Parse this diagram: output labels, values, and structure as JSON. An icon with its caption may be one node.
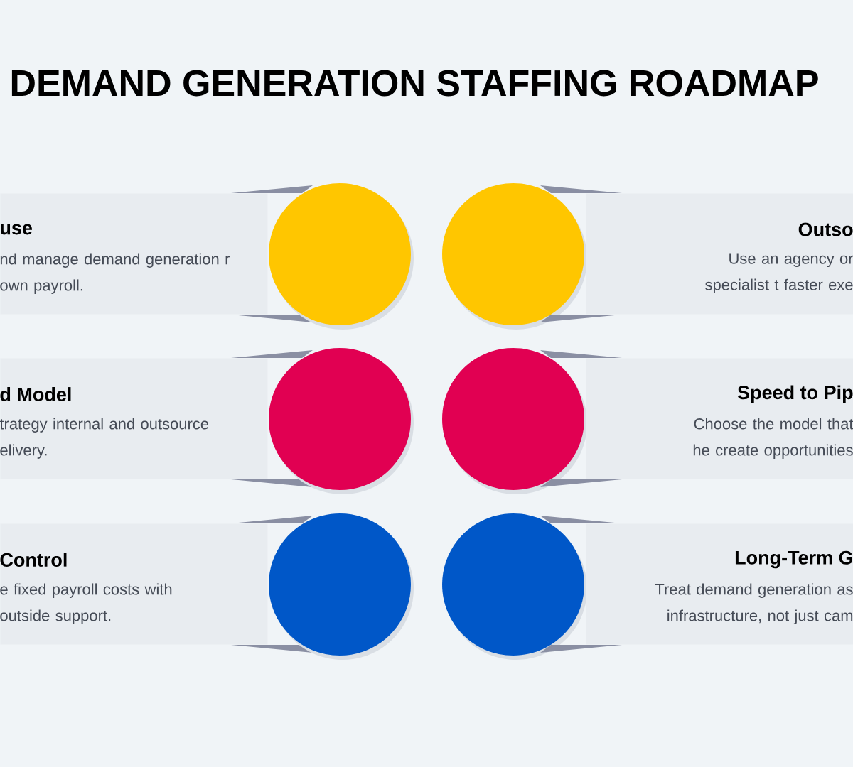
{
  "diagram": {
    "title": "DEMAND GENERATION STAFFING ROADMAP",
    "nodes": [
      {
        "text": [
          "use",
          "nd manage demand generation r own payroll."
        ]
      },
      {
        "text": [],
        "shape": "circle"
      },
      {
        "text": [],
        "shape": "circle"
      },
      {
        "text": [
          "Outso",
          "Use an agency or specialist t faster exe"
        ]
      },
      {
        "text": [
          "d Model",
          "trategy internal and outsource elivery."
        ]
      },
      {
        "text": [],
        "shape": "circle"
      },
      {
        "text": [],
        "shape": "circle"
      },
      {
        "text": [
          "Speed to Pip",
          "Choose the model that he create opportunities"
        ]
      },
      {
        "text": [
          "Control",
          "e fixed payroll costs with outside support."
        ]
      },
      {
        "text": [],
        "shape": "circle"
      },
      {
        "text": [],
        "shape": "circle"
      },
      {
        "text": [
          "Long-Term G",
          "Treat demand generation as infrastructure, not just cam"
        ]
      }
    ]
  }
}
